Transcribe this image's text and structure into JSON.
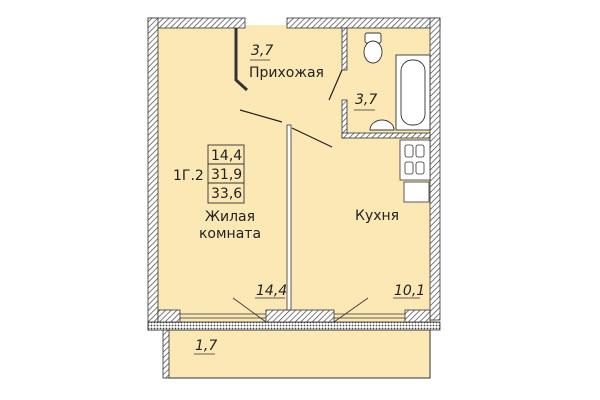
{
  "plan": {
    "apartment_code": "1Г.2",
    "areas_box": [
      "14,4",
      "31,9",
      "33,6"
    ],
    "rooms": {
      "hallway": {
        "name": "Прихожая",
        "area": "3,7"
      },
      "bathroom": {
        "area": "3,7"
      },
      "living": {
        "name_line1": "Жилая",
        "name_line2": "комната",
        "area": "14,4"
      },
      "kitchen": {
        "name": "Кухня",
        "area": "10,1"
      },
      "balcony": {
        "area": "1,7"
      }
    },
    "colors": {
      "floor": "#fce8b4",
      "wall_hatch": "#555555",
      "lines": "#222222"
    }
  }
}
